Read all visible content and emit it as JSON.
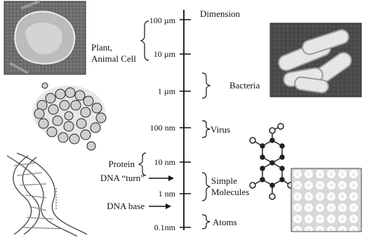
{
  "scale": {
    "header": "Dimension",
    "ticks": [
      "100 µm",
      "10 µm",
      "1 µm",
      "100 nm",
      "10 nm",
      "1 nm",
      "0.1nm"
    ]
  },
  "right_labels": {
    "plant_cell": [
      "Plant,",
      "Animal Cell"
    ],
    "bacteria": "Bacteria",
    "virus": "Virus",
    "simple_molecules": [
      "Simple",
      "Molecules"
    ],
    "atoms": "Atoms"
  },
  "left_labels": {
    "protein": "Protein",
    "dna_turn": "DNA “turn”",
    "dna_base": "DNA base"
  },
  "images": {
    "cell": "cell-micrograph",
    "protein": "protein-model",
    "dna": "dna-helix",
    "bacteria": "bacteria-micrograph",
    "molecule": "molecule-structure",
    "atoms": "atom-lattice"
  }
}
